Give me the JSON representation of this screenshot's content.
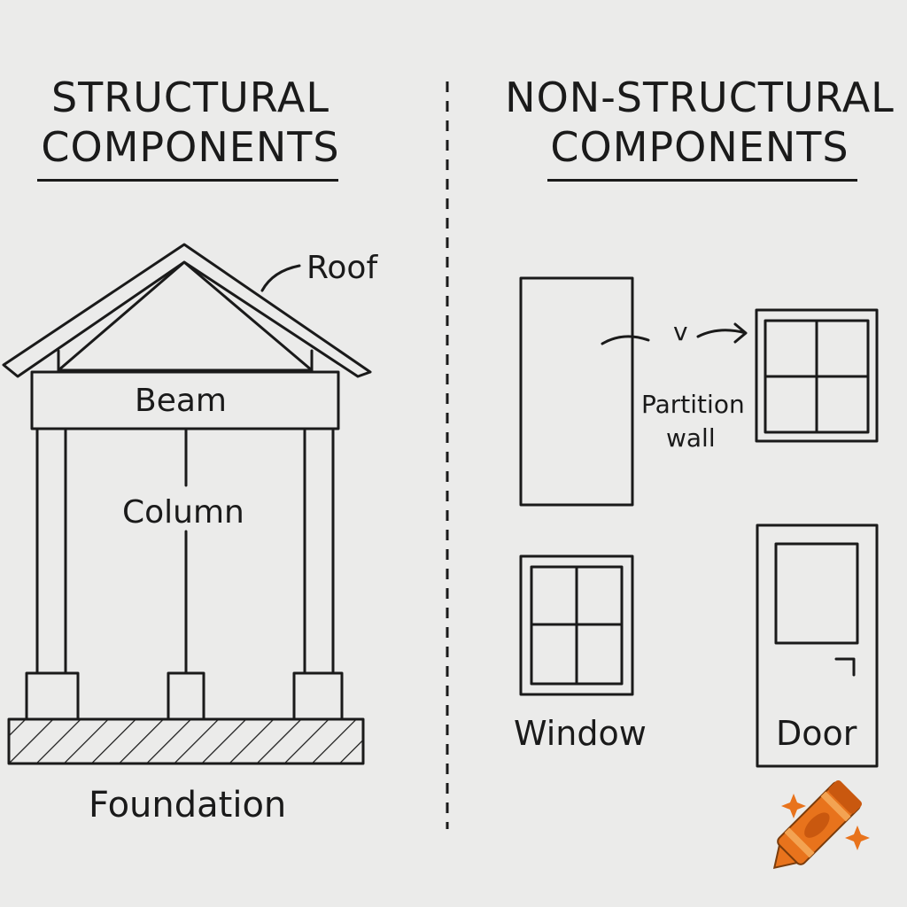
{
  "left": {
    "heading_line1": "STRUCTURAL",
    "heading_line2": "COMPONENTS",
    "labels": {
      "roof": "Roof",
      "beam": "Beam",
      "column": "Column",
      "foundation": "Foundation"
    }
  },
  "right": {
    "heading_line1": "NON-STRUCTURAL",
    "heading_line2": "COMPONENTS",
    "labels": {
      "arrow_mark": "v",
      "partition_line1": "Partition",
      "partition_line2": "wall",
      "window": "Window",
      "door": "Door"
    }
  },
  "colors": {
    "background": "#ebebea",
    "ink": "#1a1a1a",
    "crayon": "#e8731c"
  },
  "icons": [
    "crayon-icon",
    "sparkle-icon"
  ]
}
